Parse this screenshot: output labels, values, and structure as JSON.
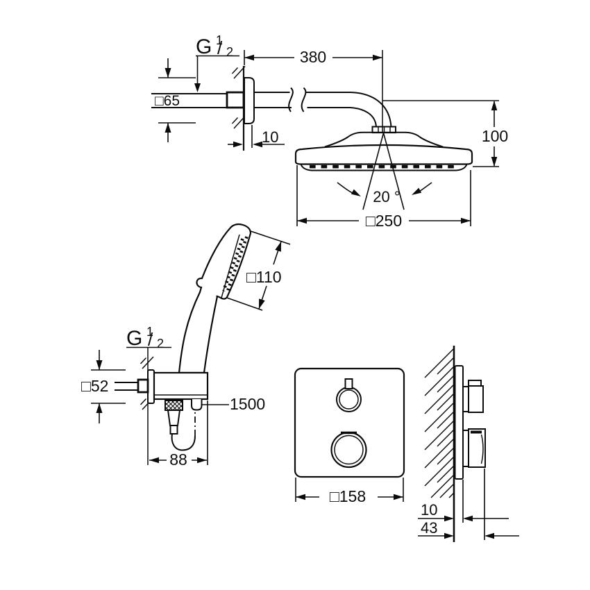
{
  "document": {
    "type": "technical dimensional drawing",
    "background": "#ffffff",
    "line_color": "#0b0b0b"
  },
  "head_shower": {
    "thread_label": {
      "base": "G",
      "numerator": "1",
      "slash": "/",
      "denominator": "2"
    },
    "escutcheon_size": "□65",
    "arm_length": "380",
    "escutcheon_depth": "10",
    "height_below_arm": "100",
    "spray_angle": "20 °",
    "head_size": "□250"
  },
  "hand_shower": {
    "head_size": "□110",
    "thread_label": {
      "base": "G",
      "numerator": "1",
      "slash": "/",
      "denominator": "2"
    },
    "bracket_escutcheon_size": "□52",
    "hose_length": "1500",
    "bracket_width": "88"
  },
  "mixer_front": {
    "plate_size": "□158"
  },
  "mixer_side": {
    "plate_depth": "10",
    "total_depth": "43"
  }
}
